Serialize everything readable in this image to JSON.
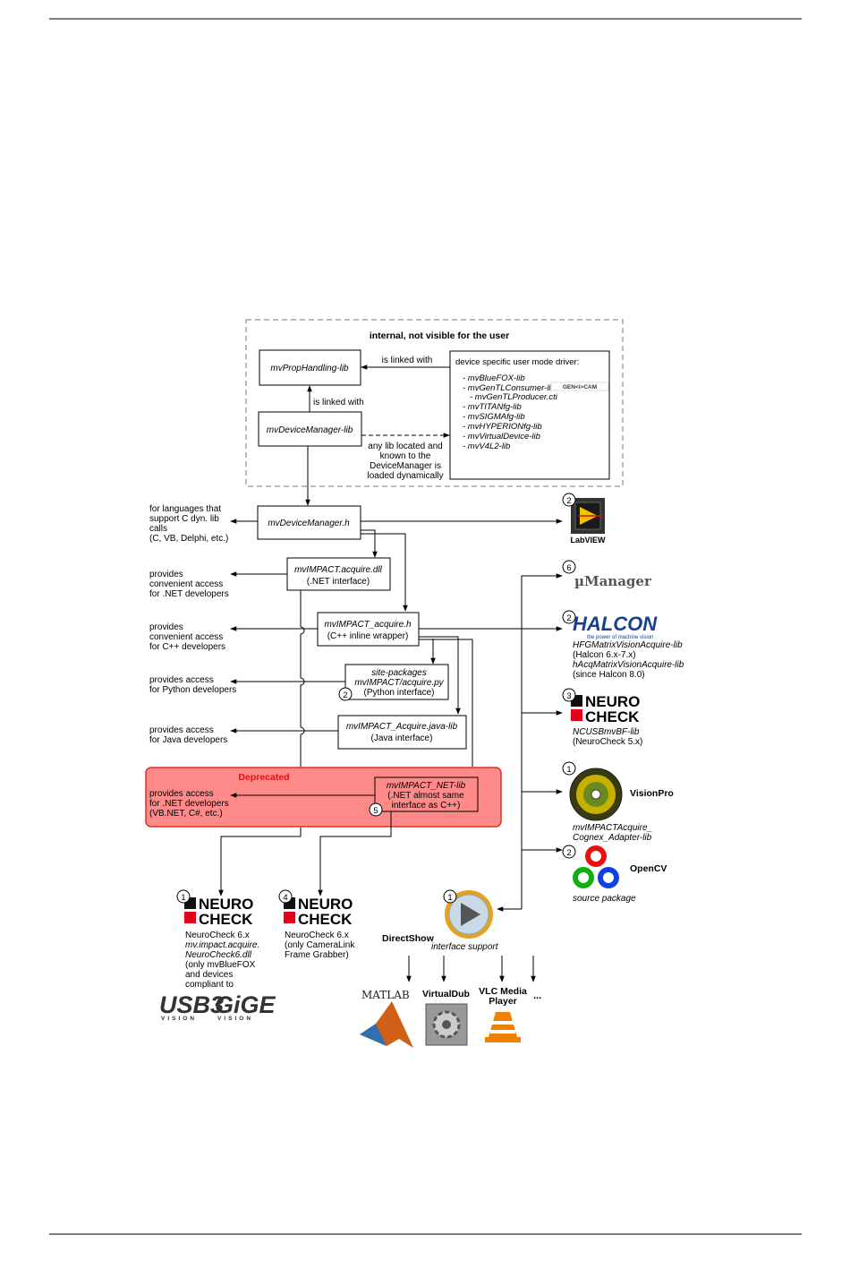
{
  "internal": {
    "title": "internal, not visible for the user",
    "prop_lib": "mvPropHandling-lib",
    "dev_mgr_lib": "mvDeviceManager-lib",
    "linked_1": "is linked with",
    "linked_2": "is linked with",
    "dynamic_note": [
      "any lib located and",
      "known to the",
      "DeviceManager is",
      "loaded dynamically"
    ],
    "driver_title": "device specific user mode driver:",
    "drivers": [
      "- mvBlueFOX-lib",
      "- mvGenTLConsumer-lib",
      "- mvGenTLProducer.cti",
      "- mvTITANfg-lib",
      "- mvSIGMAfg-lib",
      "- mvHYPERIONfg-lib",
      "- mvVirtualDevice-lib",
      "- mvV4L2-lib"
    ],
    "gencam_logo": "GEN<i>CAM"
  },
  "center": {
    "device_manager_h": "mvDeviceManager.h",
    "dll_name": "mvIMPACT.acquire.dll",
    "dll_sub": "(.NET interface)",
    "acquire_h": "mvIMPACT_acquire.h",
    "acquire_h_sub": "(C++ inline wrapper)",
    "py_1": "site-packages",
    "py_2": "mvIMPACT/acquire.py",
    "py_3": "(Python interface)",
    "java_1": "mvIMPACT_Acquire.java-lib",
    "java_2": "(Java interface)",
    "net_1": "mvIMPACT_NET-lib",
    "net_2": "(.NET almost same",
    "net_3": "interface as C++)"
  },
  "left": {
    "c_langs": [
      "for languages that",
      "support C dyn. lib",
      "calls",
      "(C, VB, Delphi, etc.)"
    ],
    "net": [
      "provides",
      "convenient access",
      "for .NET developers"
    ],
    "cpp": [
      "provides",
      "convenient access",
      "for C++ developers"
    ],
    "python": [
      "provides access",
      "for Python developers"
    ],
    "java": [
      "provides access",
      "for Java developers"
    ],
    "deprecated_title": "Deprecated",
    "deprecated": [
      "provides access",
      "for .NET developers",
      "(VB.NET, C#, etc.)"
    ]
  },
  "right": {
    "labview": "LabVIEW",
    "micromanager": "µManager",
    "halcon_logo": "HALCON",
    "halcon_tagline": "the power of machine vision",
    "halcon_lines": [
      "HFGMatrixVisionAcquire-lib",
      "(Halcon 6.x-7.x)",
      "hAcqMatrixVisionAcquire-lib",
      "(since Halcon 8.0)"
    ],
    "neurocheck_top": "NEURO",
    "neurocheck_bottom": "CHECK",
    "neurocheck_lines": [
      "NCUSBmvBF-lib",
      "(NeuroCheck 5.x)"
    ],
    "visionpro": "VisionPro",
    "visionpro_lines": [
      "mvIMPACTAcquire_",
      "Cognex_Adapter-lib"
    ],
    "opencv": "OpenCV",
    "opencv_sub": "source package"
  },
  "bottom": {
    "nc6a_lines": [
      "NeuroCheck 6.x",
      "mv.impact.acquire.",
      "NeuroCheck6.dll",
      "(only mvBlueFOX",
      "and devices",
      "compliant to"
    ],
    "nc6b_lines": [
      "NeuroCheck 6.x",
      "(only CameraLink",
      "Frame Grabber)"
    ],
    "usb3": "USB3",
    "gige": "GiGE",
    "vision": "VISION",
    "directshow": "DirectShow",
    "directshow_sub": "interface support",
    "matlab": "MATLAB",
    "virtualdub": "VirtualDub",
    "vlc_1": "VLC Media",
    "vlc_2": "Player",
    "more": "..."
  },
  "badges": {
    "labview": "2",
    "micromanager": "6",
    "halcon": "2",
    "neurocheck": "3",
    "visionpro": "1",
    "opencv": "2",
    "python": "2",
    "net": "5",
    "nc6a": "1",
    "nc6b": "4",
    "directshow": "1"
  },
  "colors": {
    "deprecated_fill": "#ff8a8a",
    "deprecated_border": "#e0302a",
    "deprecated_title": "#e01010",
    "halcon_blue": "#1a3f8f",
    "neuro_red": "#e3001b"
  }
}
